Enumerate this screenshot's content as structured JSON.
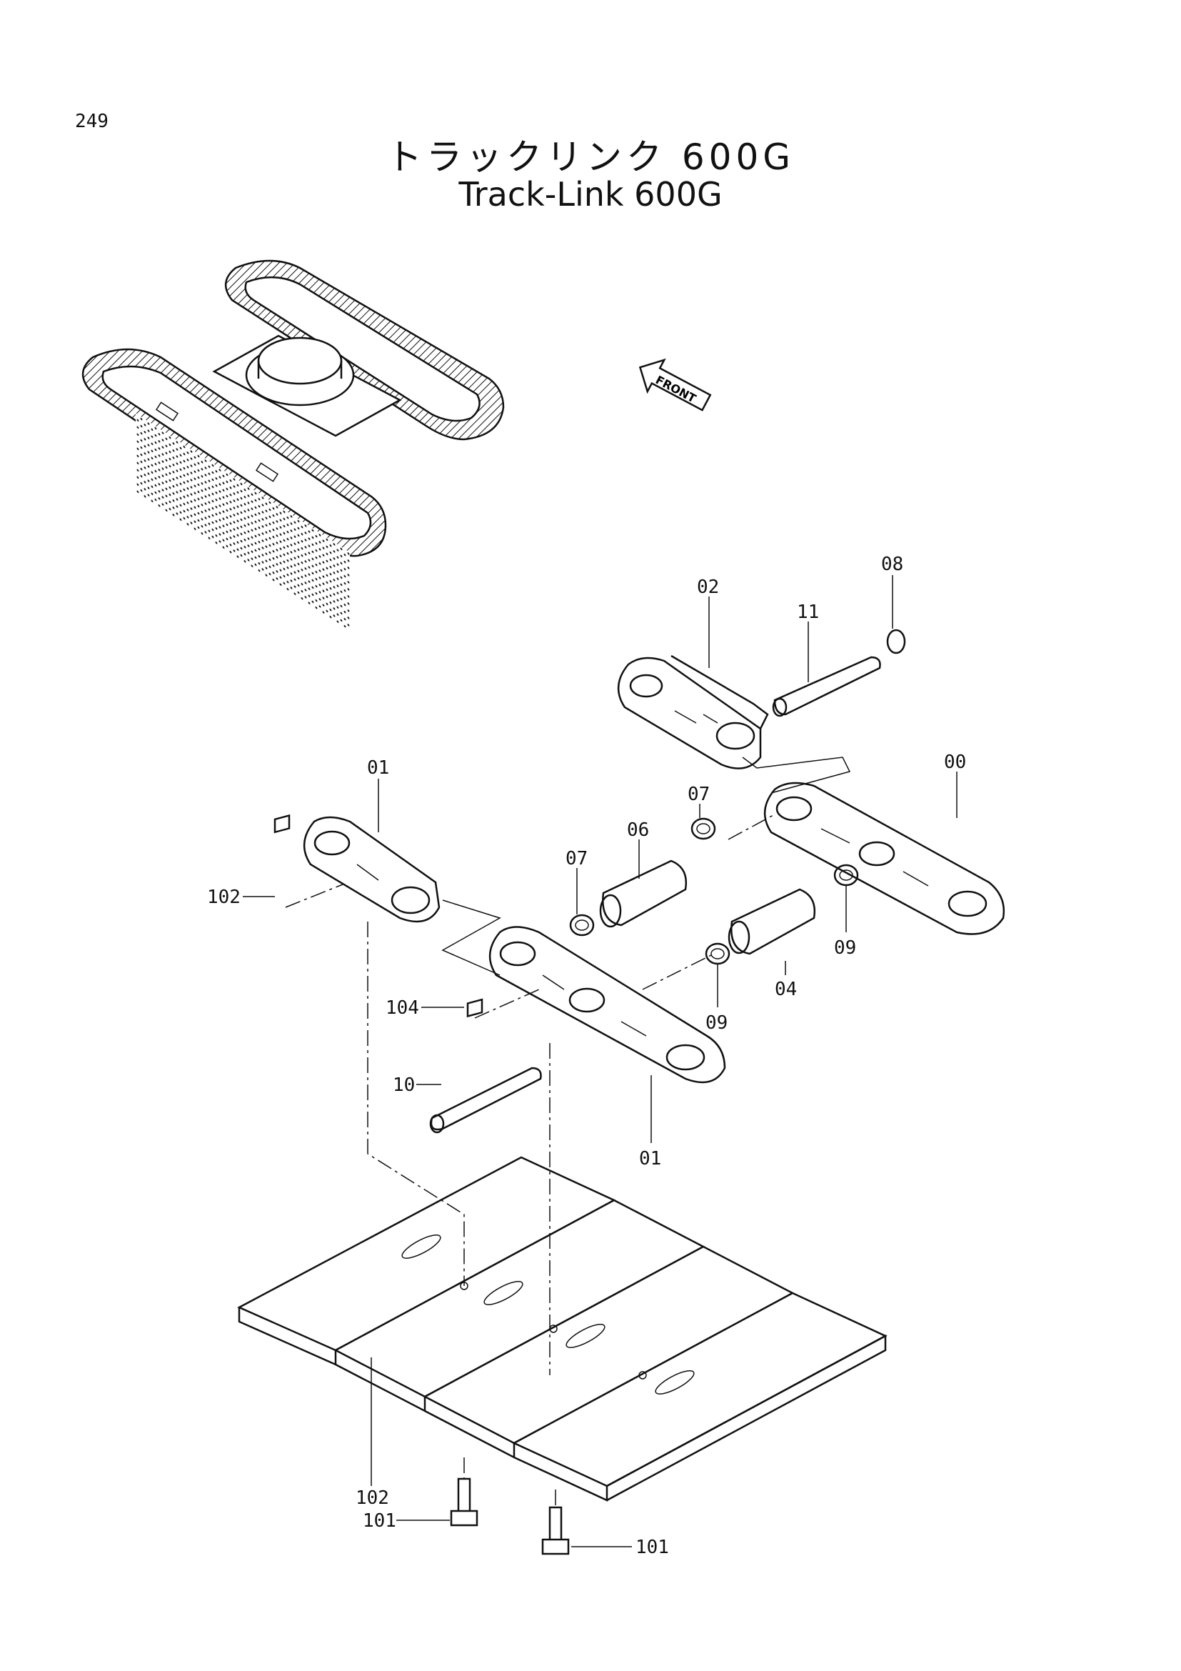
{
  "page": {
    "number": "249"
  },
  "title": {
    "ja": "トラックリンク 600G",
    "en": "Track-Link 600G"
  },
  "front_marker": {
    "label": "FRONT"
  },
  "part_labels": [
    {
      "id": "00",
      "text": "00"
    },
    {
      "id": "01a",
      "text": "01"
    },
    {
      "id": "01b",
      "text": "01"
    },
    {
      "id": "02",
      "text": "02"
    },
    {
      "id": "04",
      "text": "04"
    },
    {
      "id": "06",
      "text": "06"
    },
    {
      "id": "07a",
      "text": "07"
    },
    {
      "id": "07b",
      "text": "07"
    },
    {
      "id": "08",
      "text": "08"
    },
    {
      "id": "09a",
      "text": "09"
    },
    {
      "id": "09b",
      "text": "09"
    },
    {
      "id": "10",
      "text": "10"
    },
    {
      "id": "11",
      "text": "11"
    },
    {
      "id": "101a",
      "text": "101"
    },
    {
      "id": "101b",
      "text": "101"
    },
    {
      "id": "102a",
      "text": "102"
    },
    {
      "id": "102b",
      "text": "102"
    },
    {
      "id": "104",
      "text": "104"
    }
  ]
}
